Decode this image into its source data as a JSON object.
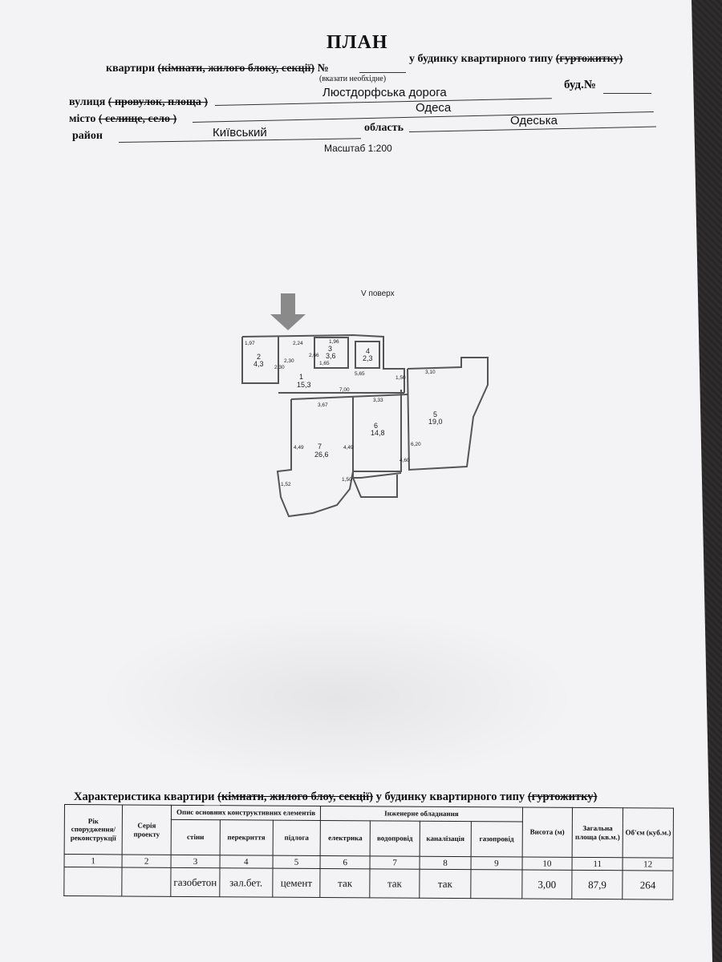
{
  "header": {
    "title": "ПЛАН",
    "row1_label": "квартири",
    "row1_struck": "(кімнати, жилого блоку, секції)",
    "row1_no": "№",
    "row1_suffix": "у будинку квартирного типу",
    "row1_struck2": "(гуртожитку)",
    "row1_note": "(вказати необхідне)",
    "street_label": "вулиця",
    "street_struck": "( провулок, площа )",
    "street_value": "Люстдорфська дорога",
    "building_label": "буд.№",
    "city_label": "місто",
    "city_struck": "( селище, село )",
    "city_value": "Одеса",
    "district_label": "район",
    "district_value": "Київський",
    "region_label": "область",
    "region_value": "Одеська",
    "scale": "Масштаб 1:200"
  },
  "plan": {
    "floor": "V поверх",
    "rooms": [
      {
        "no": "1",
        "area": "15,3"
      },
      {
        "no": "2",
        "area": "4,3"
      },
      {
        "no": "3",
        "area": "3,6"
      },
      {
        "no": "4",
        "area": "2,3"
      },
      {
        "no": "5",
        "area": "19,0"
      },
      {
        "no": "6",
        "area": "14,8"
      },
      {
        "no": "7",
        "area": "26,6"
      }
    ],
    "dims": [
      "1,97",
      "2,24",
      "1,96",
      "2,30",
      "2,30",
      "2,66",
      "1,65",
      "5,65",
      "1,50",
      "3,10",
      "7,00",
      "3,67",
      "3,33",
      "4,49",
      "4,49",
      "4,60",
      "6,20",
      "1,52",
      "1,50"
    ]
  },
  "table": {
    "title_prefix": "Характеристика квартири",
    "title_struck": "(кімнати, жилого блоу, секції)",
    "title_suffix": "у будинку квартирного типу",
    "title_struck2": "(гуртожитку)",
    "headers": {
      "year": "Рік спорудження/ реконструкції",
      "series": "Серія проекту",
      "elements": "Опис основних конструктивних елементів",
      "walls": "стіни",
      "floors_over": "перекриття",
      "floor": "підлога",
      "engineering": "Інженерне обладнання",
      "electric": "електрика",
      "water": "водопровід",
      "sewer": "каналізація",
      "gas": "газопровід",
      "height": "Висота (м)",
      "area": "Загальна площа (кв.м.)",
      "volume": "Об'єм (куб.м.)"
    },
    "numbers": [
      "1",
      "2",
      "3",
      "4",
      "5",
      "6",
      "7",
      "8",
      "9",
      "10",
      "11",
      "12"
    ],
    "values": [
      "",
      "",
      "газобетон",
      "зал.бет.",
      "цемент",
      "так",
      "так",
      "так",
      "",
      "3,00",
      "87,9",
      "264"
    ]
  }
}
